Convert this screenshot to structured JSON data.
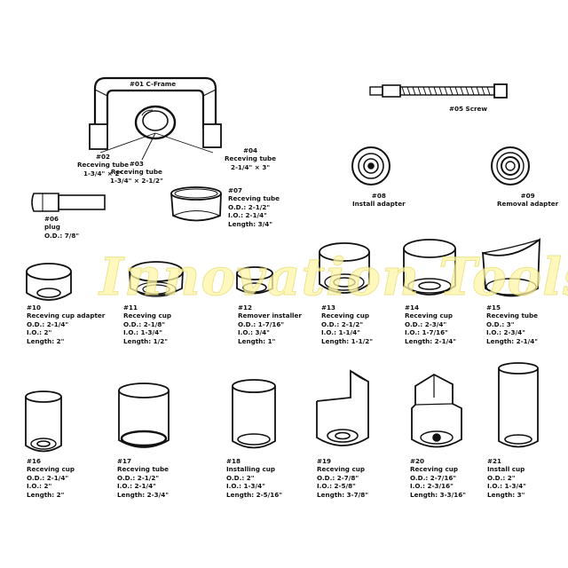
{
  "watermark": "Innovation Tools",
  "colors": {
    "ink": "#111111",
    "watermark_fill": "#fff6a8",
    "watermark_stroke": "#e9d96a",
    "background": "#ffffff"
  },
  "parts": {
    "p01": {
      "lines": [
        "#01 C-Frame"
      ]
    },
    "p02": {
      "lines": [
        "#02",
        "Receving tube",
        "1-3/4\" × 2\""
      ]
    },
    "p03": {
      "lines": [
        "#03",
        "Receving tube",
        "1-3/4\" × 2-1/2\""
      ]
    },
    "p04": {
      "lines": [
        "#04",
        "Receving tube",
        "2-1/4\" × 3\""
      ]
    },
    "p05": {
      "lines": [
        "#05 Screw"
      ]
    },
    "p06": {
      "lines": [
        "#06",
        "plug",
        "O.D.: 7/8\""
      ]
    },
    "p07": {
      "lines": [
        "#07",
        "Receving tube",
        "O.D.: 2-1/2\"",
        "I.O.: 2-1/4\"",
        "Length: 3/4\""
      ]
    },
    "p08": {
      "lines": [
        "#08",
        "Install adapter"
      ]
    },
    "p09": {
      "lines": [
        "#09",
        "Removal adapter"
      ]
    },
    "p10": {
      "lines": [
        "#10",
        "Receving cup adapter",
        "O.D.: 2-1/4\"",
        "I.O.: 2\"",
        "Length: 2\""
      ]
    },
    "p11": {
      "lines": [
        "#11",
        "Receving cup",
        "O.D.: 2-1/8\"",
        "I.O.: 1-3/4\"",
        "Length: 1/2\""
      ]
    },
    "p12": {
      "lines": [
        "#12",
        "Remover installer",
        "O.D.: 1-7/16\"",
        "I.O.: 3/4\"",
        "Length: 1\""
      ]
    },
    "p13": {
      "lines": [
        "#13",
        "Receving cup",
        "O.D.: 2-1/2\"",
        "I.O.: 1-1/4\"",
        "Length: 1-1/2\""
      ]
    },
    "p14": {
      "lines": [
        "#14",
        "Receving cup",
        "O.D.: 2-3/4\"",
        "I.O.: 1-7/16\"",
        "Length: 2-1/4\""
      ]
    },
    "p15": {
      "lines": [
        "#15",
        "Receving tube",
        "O.D.: 3\"",
        "I.O.: 2-3/4\"",
        "Length: 2-1/4\""
      ]
    },
    "p16": {
      "lines": [
        "#16",
        "Receving cup",
        "O.D.: 2-1/4\"",
        "I.O.: 2\"",
        "Length: 2\""
      ]
    },
    "p17": {
      "lines": [
        "#17",
        "Receving tube",
        "O.D.: 2-1/2\"",
        "I.O.: 2-1/4\"",
        "Length: 2-3/4\""
      ]
    },
    "p18": {
      "lines": [
        "#18",
        "Installing cup",
        "O.D.: 2\"",
        "I.O.: 1-3/4\"",
        "Length: 2-5/16\""
      ]
    },
    "p19": {
      "lines": [
        "#19",
        "Receving cup",
        "O.D.: 2-7/8\"",
        "I.O.: 2-5/8\"",
        "Length: 3-7/8\""
      ]
    },
    "p20": {
      "lines": [
        "#20",
        "Receving cup",
        "O.D.: 2-7/16\"",
        "I.O.: 2-3/16\"",
        "Length: 3-3/16\""
      ]
    },
    "p21": {
      "lines": [
        "#21",
        "Install cup",
        "O.D.: 2\"",
        "I.O.: 1-3/4\"",
        "Length: 3\""
      ]
    }
  }
}
